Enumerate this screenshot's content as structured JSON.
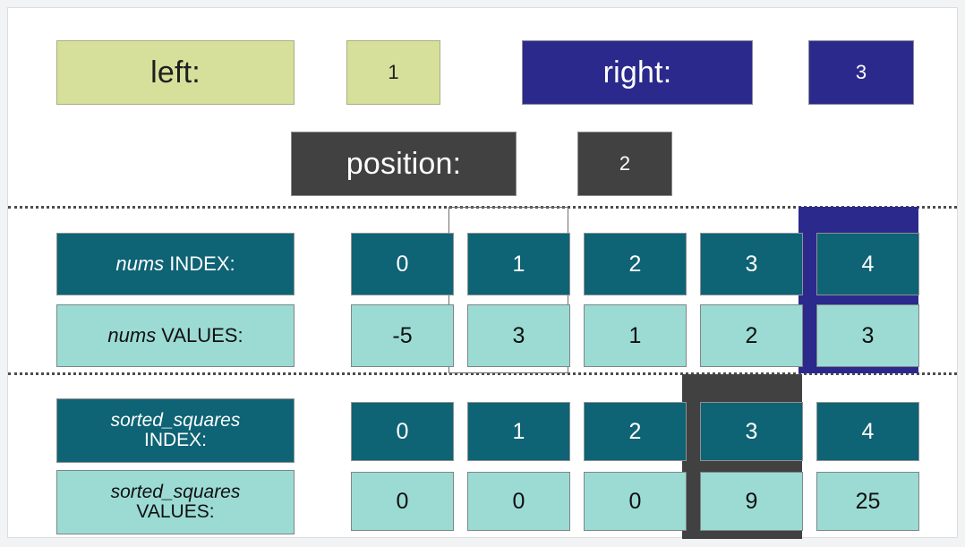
{
  "canvas": {
    "background": "#ffffff",
    "page_background": "#f2f3f5"
  },
  "palette": {
    "green": "#d6e09b",
    "navy": "#2b2a8c",
    "dark_gray": "#414141",
    "teal_index": "#0e6374",
    "teal_value": "#9bdbd4",
    "border": "#9a9a9a"
  },
  "variables": [
    {
      "name": "left",
      "label": "left:",
      "value": "1",
      "style": "green"
    },
    {
      "name": "right",
      "label": "right:",
      "value": "3",
      "style": "navy"
    },
    {
      "name": "position",
      "label": "position:",
      "value": "2",
      "style": "gray"
    }
  ],
  "arrays": [
    {
      "name": "nums",
      "index_label_var": "nums",
      "index_label_suffix": " INDEX:",
      "value_label_var": "nums",
      "value_label_suffix": " VALUES:",
      "indices": [
        "0",
        "1",
        "2",
        "3",
        "4"
      ],
      "values": [
        "-5",
        "3",
        "1",
        "2",
        "3"
      ],
      "highlights": [
        {
          "column": 1,
          "style": "thin-gray",
          "pointer": "position"
        },
        {
          "column": 4,
          "style": "navy",
          "pointer": "right"
        }
      ]
    },
    {
      "name": "sorted_squares",
      "index_label_var": "sorted_squares",
      "index_label_suffix": "INDEX:",
      "value_label_var": "sorted_squares",
      "value_label_suffix": "VALUES:",
      "indices": [
        "0",
        "1",
        "2",
        "3",
        "4"
      ],
      "values": [
        "0",
        "0",
        "0",
        "9",
        "25"
      ],
      "highlights": [
        {
          "column": 3,
          "style": "dark-gray",
          "pointer": "position"
        }
      ]
    }
  ]
}
